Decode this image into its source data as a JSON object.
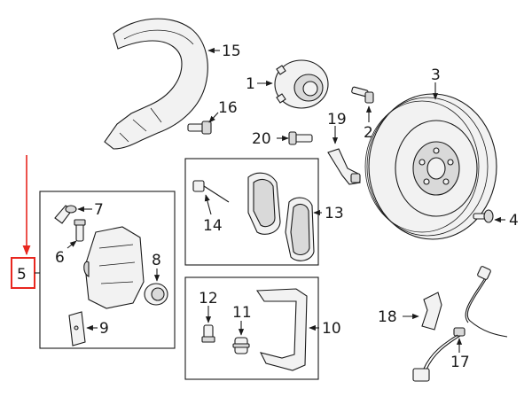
{
  "labels": {
    "l1": "1",
    "l2": "2",
    "l3": "3",
    "l4": "4",
    "l5": "5",
    "l6": "6",
    "l7": "7",
    "l8": "8",
    "l9": "9",
    "l10": "10",
    "l11": "11",
    "l12": "12",
    "l13": "13",
    "l14": "14",
    "l15": "15",
    "l16": "16",
    "l17": "17",
    "l18": "18",
    "l19": "19",
    "l20": "20"
  },
  "colors": {
    "highlight": "#e8271f",
    "ink": "#1a1a1a",
    "fill": "#f2f2f2"
  }
}
